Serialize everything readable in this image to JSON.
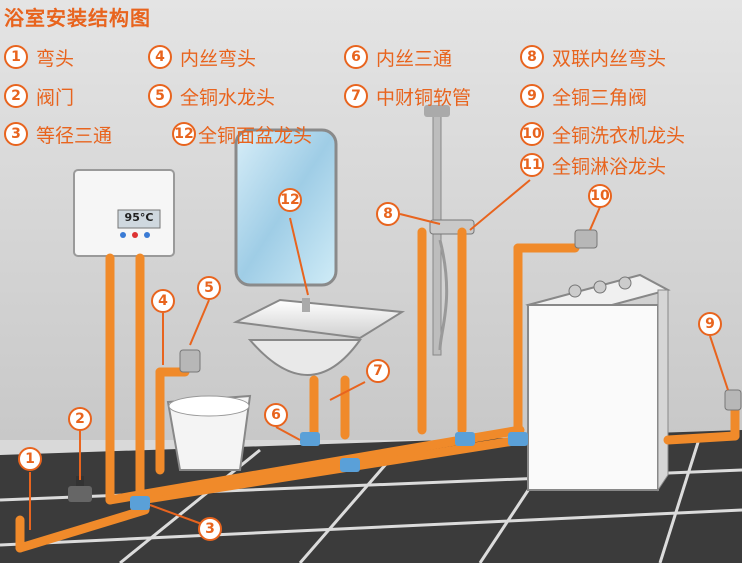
{
  "title": "浴室安装结构图",
  "legend": [
    {
      "num": "1",
      "label": "弯头"
    },
    {
      "num": "2",
      "label": "阀门"
    },
    {
      "num": "3",
      "label": "等径三通"
    },
    {
      "num": "4",
      "label": "内丝弯头"
    },
    {
      "num": "5",
      "label": "全铜水龙头"
    },
    {
      "num": "12",
      "label": "全铜面盆龙头"
    },
    {
      "num": "6",
      "label": "内丝三通"
    },
    {
      "num": "7",
      "label": "中财铜软管"
    },
    {
      "num": "8",
      "label": "双联内丝弯头"
    },
    {
      "num": "9",
      "label": "全铜三角阀"
    },
    {
      "num": "10",
      "label": "全铜洗衣机龙头"
    },
    {
      "num": "11",
      "label": "全铜淋浴龙头"
    }
  ],
  "heater_display": "95°C",
  "callouts": [
    "1",
    "2",
    "3",
    "4",
    "5",
    "6",
    "7",
    "8",
    "9",
    "10",
    "12"
  ],
  "colors": {
    "pipe": "#f08a2a",
    "accent": "#e8641e",
    "fitting": "#5aa0d8",
    "wall": "#d9d9d9",
    "floor": "#3a3a3a"
  }
}
